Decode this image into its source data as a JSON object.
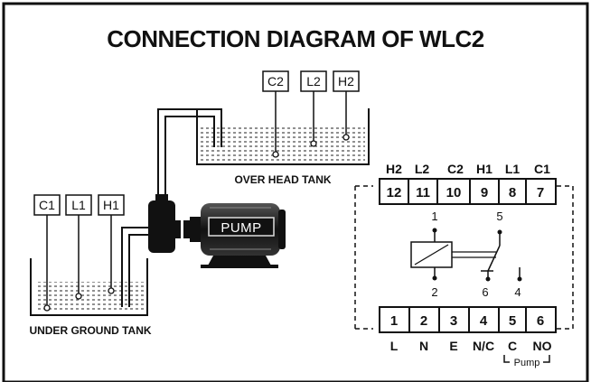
{
  "title": "CONNECTION DIAGRAM OF WLC2",
  "overhead_tank": {
    "label": "OVER HEAD TANK",
    "probes": [
      "C2",
      "L2",
      "H2"
    ]
  },
  "underground_tank": {
    "label": "UNDER GROUND TANK",
    "probes": [
      "C1",
      "L1",
      "H1"
    ]
  },
  "pump": {
    "label": "PUMP"
  },
  "controller": {
    "top_labels": [
      "H2",
      "L2",
      "C2",
      "H1",
      "L1",
      "C1"
    ],
    "top_terminals": [
      "12",
      "11",
      "10",
      "9",
      "8",
      "7"
    ],
    "bottom_terminals": [
      "1",
      "2",
      "3",
      "4",
      "5",
      "6"
    ],
    "bottom_labels": [
      "L",
      "N",
      "E",
      "N/C",
      "C",
      "NO"
    ],
    "pump_group_label": "Pump",
    "relay_pins": {
      "coil_top": "1",
      "coil_bottom": "2",
      "common": "5",
      "nc": "6",
      "no": "4"
    }
  },
  "colors": {
    "line": "#111111",
    "background": "#ffffff"
  }
}
